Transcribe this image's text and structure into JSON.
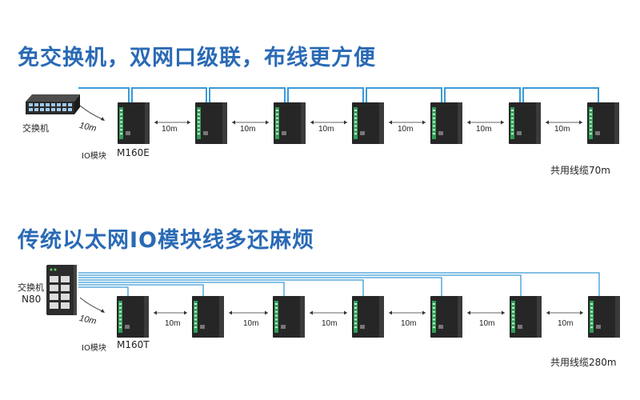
{
  "section1": {
    "heading": "免交换机，双网口级联，布线更方便",
    "switch_label": "交换机",
    "uplink_length": "10m",
    "io_label": "IO模块",
    "model": "M160E",
    "segment_lengths": [
      "10m",
      "10m",
      "10m",
      "10m",
      "10m",
      "10m"
    ],
    "total_cable": "共用线缆70m"
  },
  "section2": {
    "heading": "传统以太网IO模块线多还麻烦",
    "switch_label": "交换机",
    "switch_model": "N80",
    "uplink_length": "10m",
    "io_label": "IO模块",
    "model": "M160T",
    "segment_lengths": [
      "10m",
      "10m",
      "10m",
      "10m",
      "10m",
      "10m"
    ],
    "total_cable": "共用线缆280m"
  },
  "colors": {
    "accent": "#2a6ab5",
    "cable": "#3a9ad6",
    "device": "#262626",
    "terminal": "#2f9e55"
  }
}
